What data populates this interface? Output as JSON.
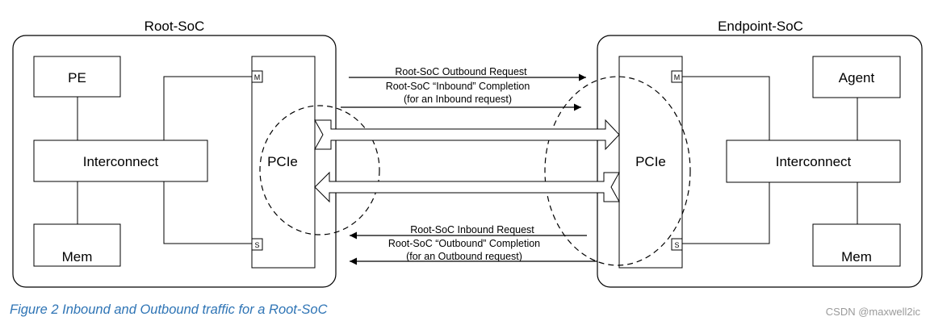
{
  "root_soc": {
    "title": "Root-SoC",
    "pe_label": "PE",
    "interconnect_label": "Interconnect",
    "mem_label": "Mem",
    "pcie_label": "PCIe",
    "port_master": "M",
    "port_slave": "S"
  },
  "endpoint_soc": {
    "title": "Endpoint-SoC",
    "agent_label": "Agent",
    "interconnect_label": "Interconnect",
    "mem_label": "Mem",
    "pcie_label": "PCIe",
    "port_master": "M",
    "port_slave": "S"
  },
  "arrows": {
    "outbound_request": "Root-SoC Outbound Request",
    "inbound_completion_line1": "Root-SoC “Inbound” Completion",
    "inbound_completion_line2": "(for an Inbound request)",
    "inbound_request": "Root-SoC Inbound Request",
    "outbound_completion_line1": "Root-SoC “Outbound”  Completion",
    "outbound_completion_line2": "(for an Outbound request)"
  },
  "caption": "Figure 2 Inbound and Outbound traffic for a Root-SoC",
  "watermark": "CSDN @maxwell2ic"
}
